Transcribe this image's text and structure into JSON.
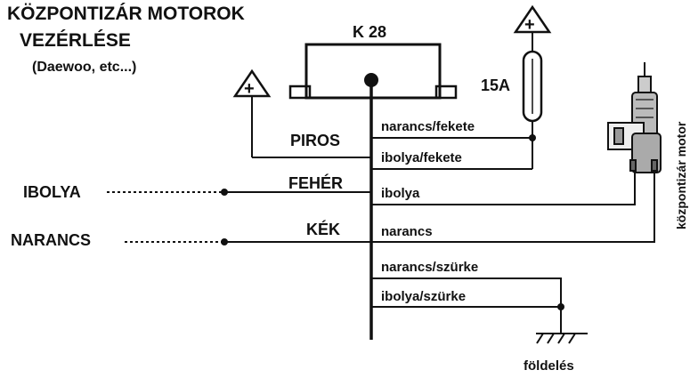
{
  "title_line1": "KÖZPONTIZÁR MOTOROK",
  "title_line2": "VEZÉRLÉSE",
  "subtitle": "(Daewoo, etc...)",
  "module_label": "K 28",
  "plus_symbol": "+",
  "fuse_label": "15A",
  "motor_label": "központizár motor",
  "ground_label": "földelés",
  "wire_colors_left": {
    "piros": "PIROS",
    "feher": "FEHÉR",
    "kek": "KÉK"
  },
  "external_inputs": {
    "ibolya": "IBOLYA",
    "narancs": "NARANCS"
  },
  "wire_labels": {
    "narancs_fekete": "narancs/fekete",
    "ibolya_fekete": "ibolya/fekete",
    "ibolya": "ibolya",
    "narancs": "narancs",
    "narancs_szurke": "narancs/szürke",
    "ibolya_szurke": "ibolya/szürke"
  }
}
